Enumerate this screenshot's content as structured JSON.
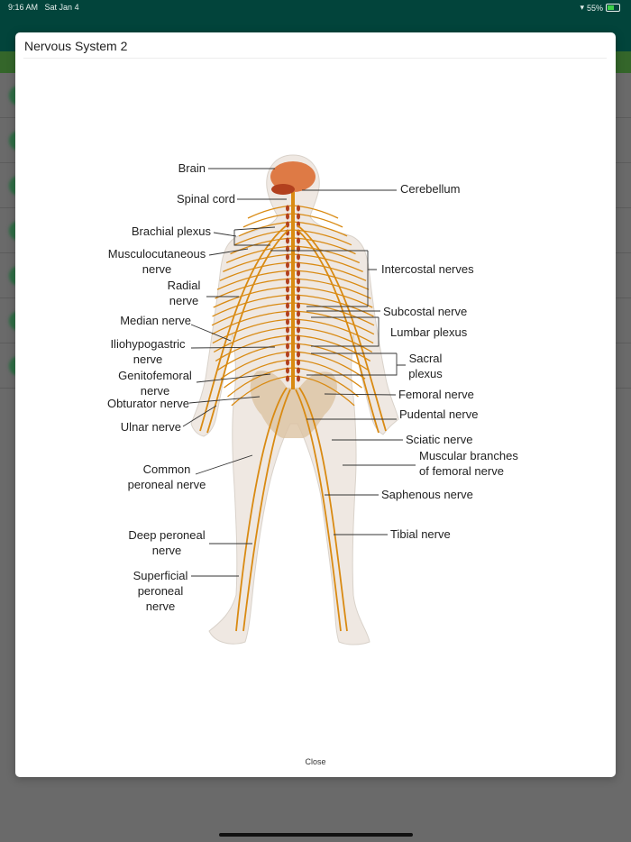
{
  "status_bar": {
    "time": "9:16 AM",
    "date": "Sat Jan 4",
    "battery": "55%",
    "wifi_icon": "wifi-icon",
    "battery_icon": "battery-charging-icon"
  },
  "modal": {
    "title": "Nervous System 2",
    "close_label": "Close",
    "diagram": {
      "colors": {
        "nerve": "#d98a12",
        "brain": "#de7a45",
        "cerebellum": "#b2401e",
        "body": "#efe8e2",
        "pelvis": "#dcc3a2"
      },
      "labels_left": [
        [
          "Brain"
        ],
        [
          "Spinal cord"
        ],
        [
          "Brachial plexus"
        ],
        [
          "Musculocutaneous",
          "nerve"
        ],
        [
          "Radial",
          "nerve"
        ],
        [
          "Median nerve"
        ],
        [
          "Iliohypogastric",
          "nerve"
        ],
        [
          "Genitofemoral",
          "nerve"
        ],
        [
          "Obturator nerve"
        ],
        [
          "Ulnar nerve"
        ],
        [
          "Common",
          "peroneal nerve"
        ],
        [
          "Deep peroneal",
          "nerve"
        ],
        [
          "Superficial",
          "peroneal",
          "nerve"
        ]
      ],
      "labels_right": [
        [
          "Cerebellum"
        ],
        [
          "Intercostal nerves"
        ],
        [
          "Subcostal nerve"
        ],
        [
          "Lumbar plexus"
        ],
        [
          "Sacral",
          "plexus"
        ],
        [
          "Femoral nerve"
        ],
        [
          "Pudental nerve"
        ],
        [
          "Sciatic nerve"
        ],
        [
          "Muscular branches",
          "of femoral nerve"
        ],
        [
          "Saphenous nerve"
        ],
        [
          "Tibial nerve"
        ]
      ]
    }
  }
}
